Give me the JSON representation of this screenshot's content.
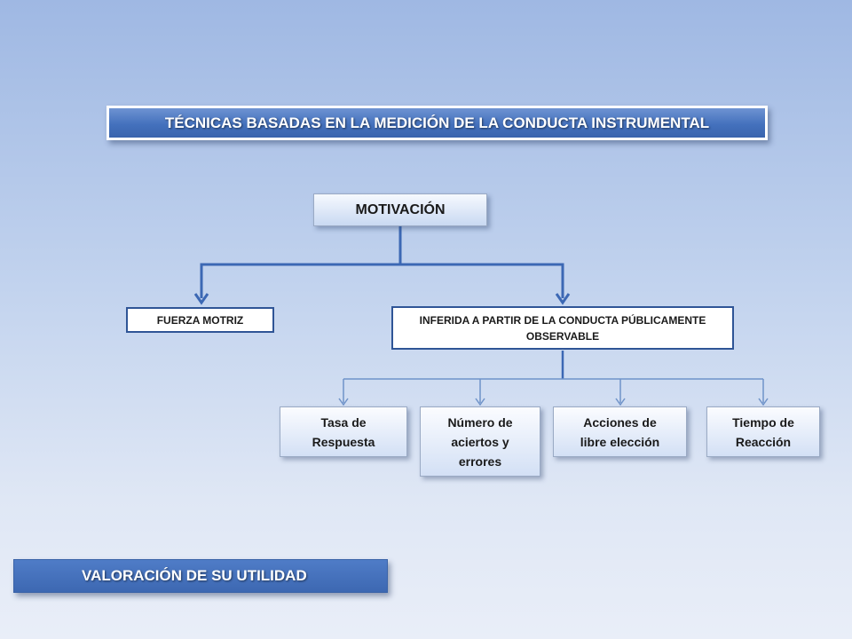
{
  "title": "TÉCNICAS BASADAS EN LA MEDICIÓN DE LA CONDUCTA INSTRUMENTAL",
  "root": "MOTIVACIÓN",
  "level2": {
    "left": "FUERZA MOTRIZ",
    "right_line1": "INFERIDA A PARTIR DE LA CONDUCTA PÚBLICAMENTE",
    "right_line2": "OBSERVABLE"
  },
  "level3": [
    {
      "line1": "Tasa de",
      "line2": "Respuesta"
    },
    {
      "line1": "Número de",
      "line2": "aciertos y",
      "line3": "errores"
    },
    {
      "line1": "Acciones de",
      "line2": "libre elección"
    },
    {
      "line1": "Tiempo de",
      "line2": "Reacción"
    }
  ],
  "footer": "VALORACIÓN DE SU UTILIDAD",
  "colors": {
    "banner": "#4471bd",
    "connector_main": "#3c68b4",
    "connector_thin": "#6f93c9",
    "box_border": "#2f5596"
  }
}
